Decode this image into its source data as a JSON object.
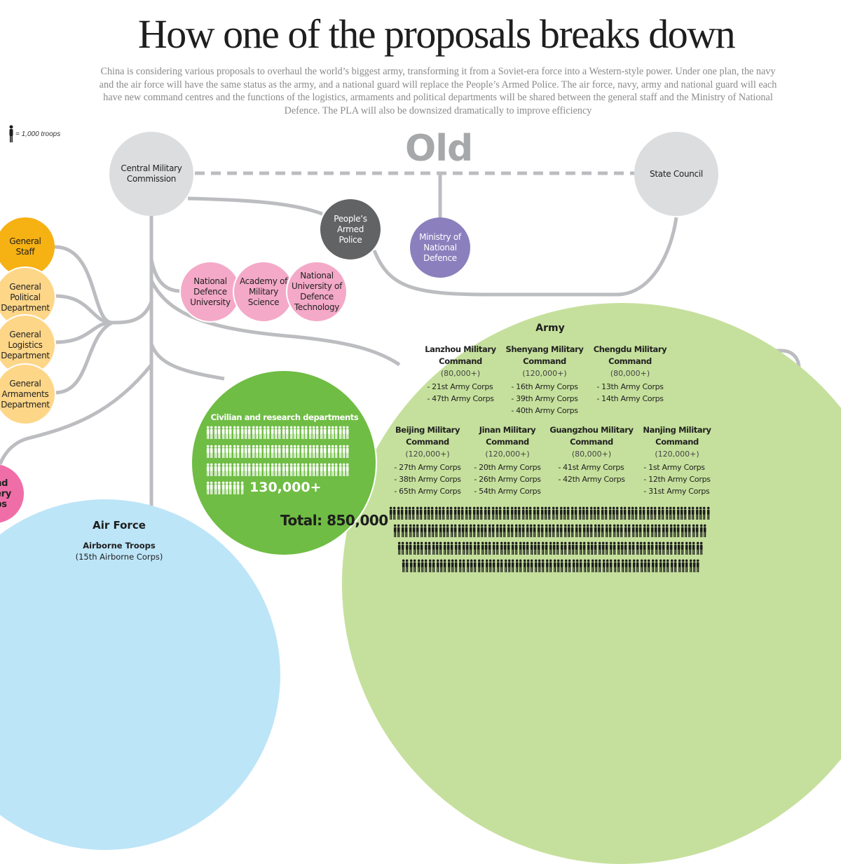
{
  "header": {
    "title": "How one of the proposals breaks down",
    "intro": "China is considering various proposals to overhaul the world’s biggest army, transforming it from a Soviet-era force into a Western-style power. Under one plan, the navy and the air force will have the same status as the army, and a national guard will replace the People’s Armed Police. The air force, navy, army and national guard will each have new command centres and the functions of the logistics, armaments and political departments will be shared between the general staff and the Ministry of National Defence. The PLA will also be downsized dramatically to improve efficiency"
  },
  "legend": {
    "icon": "soldier-silhouette-icon",
    "label": "= 1,000 troops"
  },
  "section_label": "Old",
  "colors": {
    "grey_node": "#dcdddf",
    "dark_node": "#626365",
    "purple_node": "#8b80bd",
    "pink_node": "#f4a9c8",
    "gold_node": "#f6b113",
    "yellow_node": "#fdd688",
    "hotpink_node": "#f06ea8",
    "army": "#c5e09c",
    "civilian": "#6fbd44",
    "air_force": "#bde5f8",
    "connector": "#bcbdc0"
  },
  "nodes": {
    "cmc": "Central Military Commission",
    "state_council": "State Council",
    "pap": "People’s Armed Police",
    "mnd": "Ministry of National Defence",
    "ndu": "National Defence University",
    "ams": "Academy of Military Science",
    "nudt": "National University of Defence Technology",
    "general_staff": "General Staff",
    "gpd": "General Political Department",
    "gld": "General Logistics Department",
    "gad": "General Armaments Department",
    "artillery": "nd\nery\nps"
  },
  "civilian": {
    "title": "Civilian and research departments",
    "count": "130,000+",
    "total": "Total: 850,000"
  },
  "army": {
    "title": "Army",
    "commands": [
      {
        "name": "Lanzhou Military Command",
        "count": "(80,000+)",
        "corps": [
          "- 21st Army Corps",
          "- 47th Army Corps"
        ]
      },
      {
        "name": "Shenyang Military Command",
        "count": "(120,000+)",
        "corps": [
          "- 16th Army Corps",
          "- 39th Army Corps",
          "- 40th Army Corps"
        ]
      },
      {
        "name": "Chengdu Military Command",
        "count": "(80,000+)",
        "corps": [
          "- 13th Army Corps",
          "- 14th Army Corps"
        ]
      },
      {
        "name": "Beijing Military Command",
        "count": "(120,000+)",
        "corps": [
          "- 27th Army Corps",
          "- 38th Army Corps",
          "- 65th Army Corps"
        ]
      },
      {
        "name": "Jinan Military Command",
        "count": "(120,000+)",
        "corps": [
          "- 20th Army Corps",
          "- 26th Army Corps",
          "- 54th Army Corps"
        ]
      },
      {
        "name": "Guangzhou Military Command",
        "count": "(80,000+)",
        "corps": [
          "- 41st Army Corps",
          "- 42th Army Corps"
        ]
      },
      {
        "name": "Nanjing Military Command",
        "count": "(120,000+)",
        "corps": [
          "- 1st Army Corps",
          "- 12th Army Corps",
          "- 31st Army Corps"
        ]
      }
    ]
  },
  "air_force": {
    "title": "Air Force",
    "unit": "Airborne Troops",
    "unit_sub": "(15th Airborne Corps)"
  }
}
